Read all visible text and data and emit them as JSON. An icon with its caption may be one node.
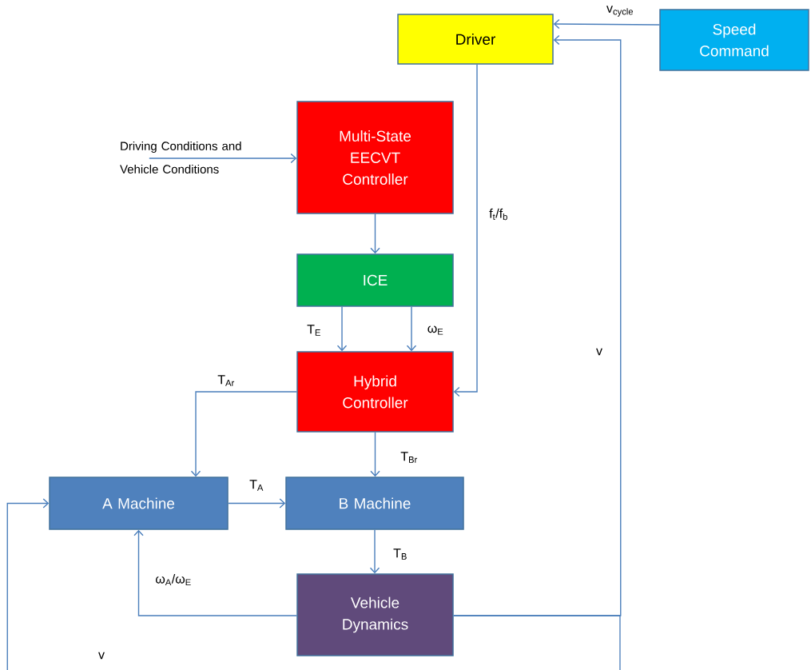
{
  "diagram": {
    "nodes": [
      {
        "text": [
          "Driver"
        ]
      },
      {
        "text": [
          "Speed Command"
        ]
      },
      {
        "text": [
          "Driving Conditions and Vehicle Conditions"
        ]
      },
      {
        "text": [
          "Multi-State EECVT Controller"
        ]
      },
      {
        "text": [
          "ICE"
        ]
      },
      {
        "text": [
          "Hybrid Controller"
        ]
      },
      {
        "text": [
          "A Machine"
        ]
      },
      {
        "text": [
          "B Machine"
        ]
      },
      {
        "text": [
          "Vehicle Dynamics"
        ]
      }
    ],
    "edges": [
      {
        "from": 1,
        "to": 0,
        "arrow": "to",
        "label": "v$_{cycle}$"
      },
      {
        "from": 0,
        "to": 5,
        "arrow": "to",
        "label": "f$_{t}$/f$_{b}$"
      },
      {
        "from": 2,
        "to": 3,
        "arrow": "to"
      },
      {
        "from": 3,
        "to": 4,
        "arrow": "to"
      },
      {
        "from": 4,
        "to": 5,
        "arrow": "to",
        "label": "T$_{E}$"
      },
      {
        "from": 4,
        "to": 5,
        "arrow": "to",
        "label": "ω$_{E}$"
      },
      {
        "from": 5,
        "to": 6,
        "arrow": "to",
        "label": "T$_{Ar}$"
      },
      {
        "from": 5,
        "to": 7,
        "arrow": "to",
        "label": "T$_{Br}$"
      },
      {
        "from": 6,
        "to": 7,
        "arrow": "to",
        "label": "T$_{A}$"
      },
      {
        "from": 7,
        "to": 8,
        "arrow": "to",
        "label": "T$_{B}$"
      },
      {
        "from": 8,
        "to": 6,
        "arrow": "to",
        "label": "ω$_{A}$/ω$_{E}$"
      },
      {
        "from": 8,
        "to": 0,
        "arrow": "to",
        "label": "v"
      },
      {
        "from": 8,
        "to": 6,
        "arrow": "to",
        "label": "v"
      }
    ]
  }
}
